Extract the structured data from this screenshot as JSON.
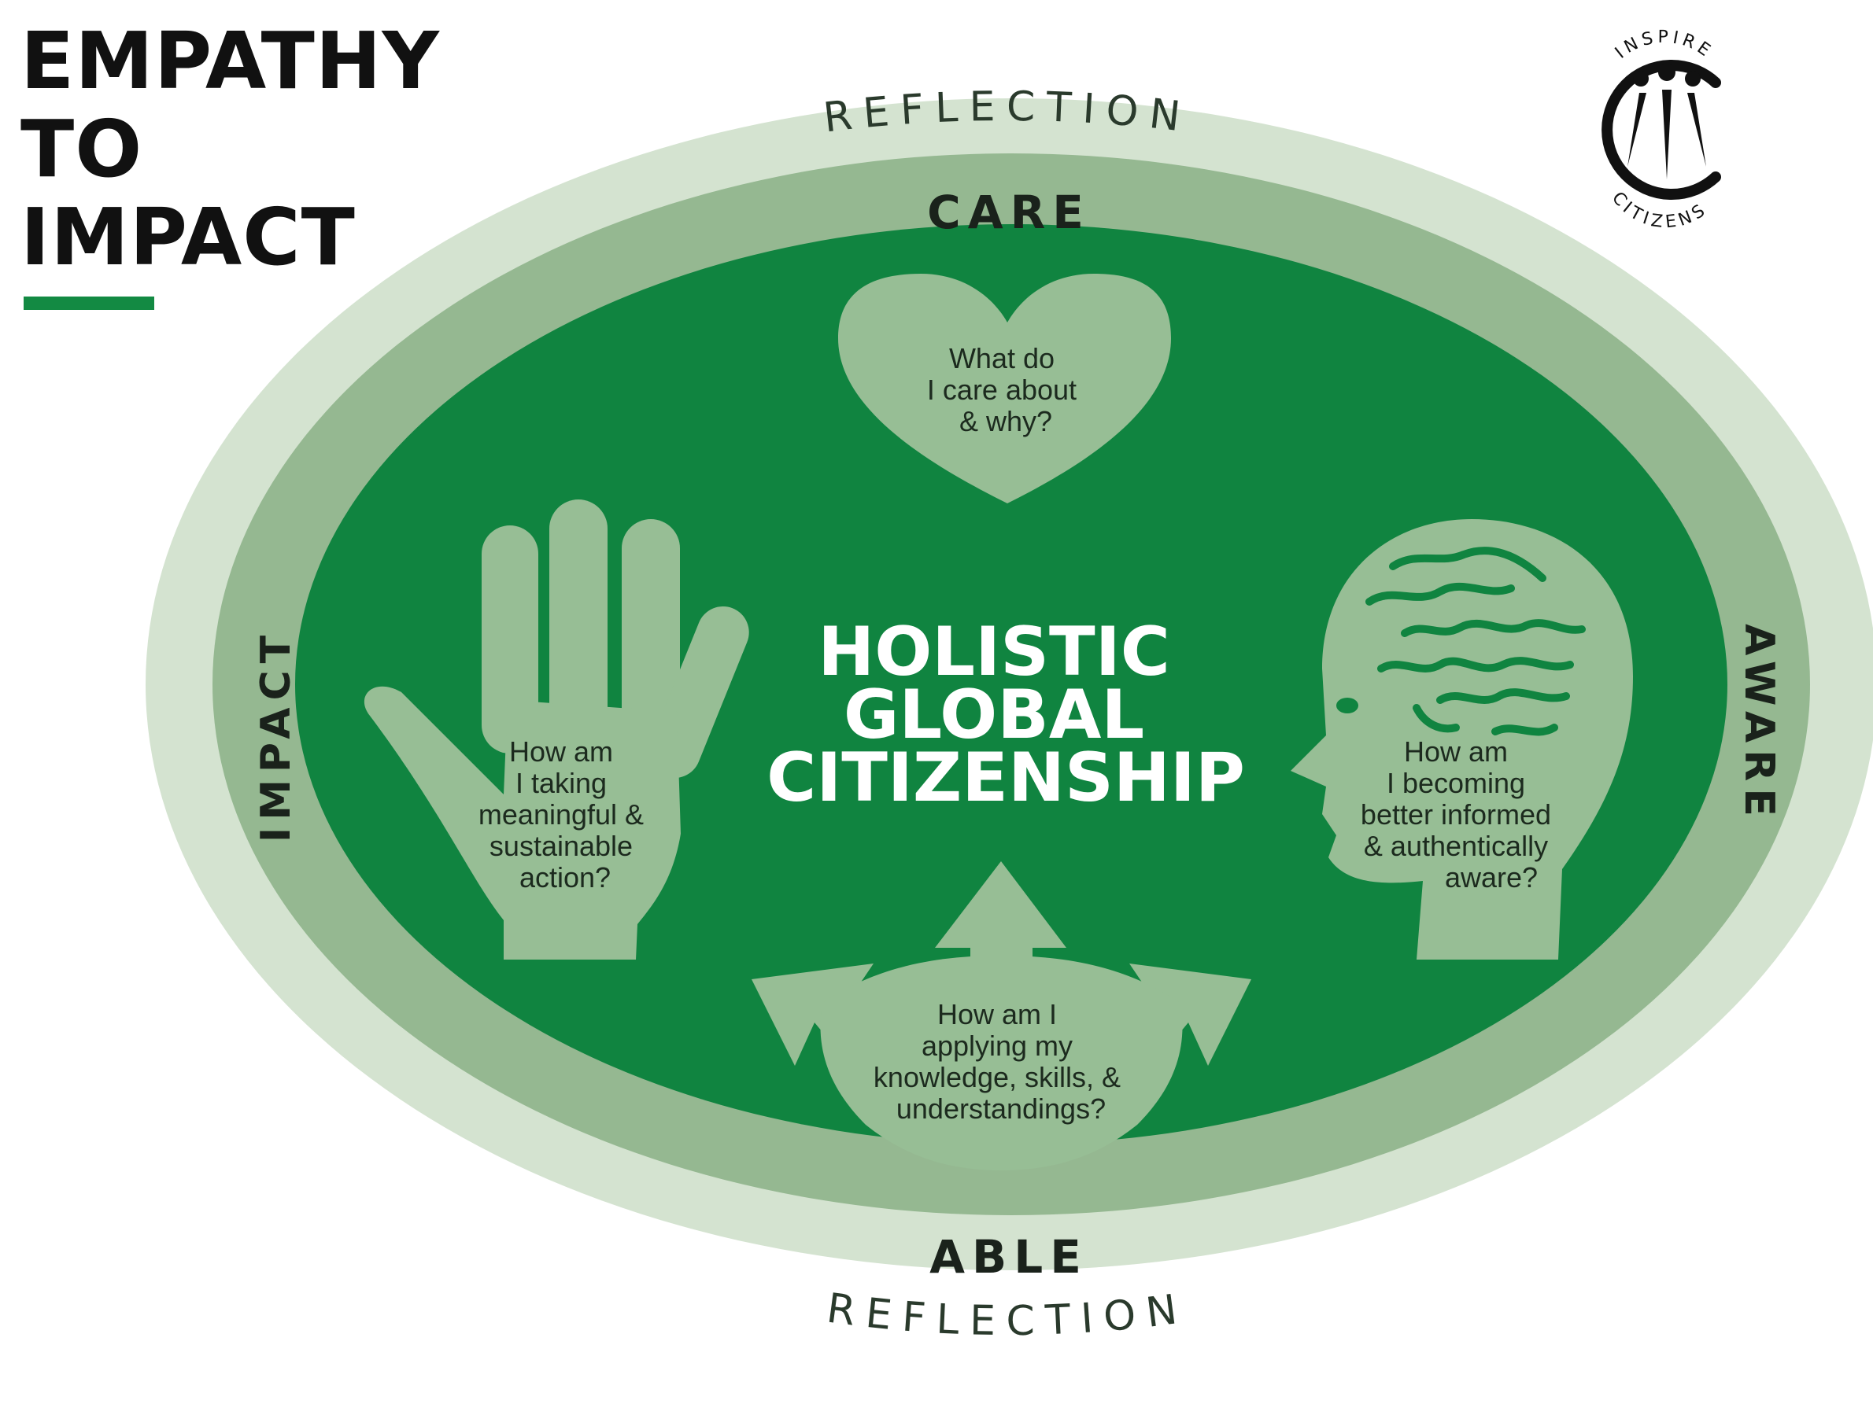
{
  "title": [
    "EMPATHY",
    "TO",
    "IMPACT"
  ],
  "logo": {
    "top_text": "INSPIRE",
    "bottom_text": "CITIZENS",
    "icon": "inspire-citizens-logo"
  },
  "outer_ring": {
    "top": "REFLECTION",
    "bottom": "REFLECTION"
  },
  "segments": {
    "top": "CARE",
    "right": "AWARE",
    "bottom": "ABLE",
    "left": "IMPACT"
  },
  "center": [
    "HOLISTIC",
    "GLOBAL",
    "CITIZENSHIP"
  ],
  "questions": {
    "care": [
      "What do",
      "I care about",
      "& why?"
    ],
    "aware": [
      "How am",
      "I becoming",
      "better informed",
      "& authentically",
      "aware?"
    ],
    "able": [
      "How am I",
      "applying my",
      "knowledge, skills, &",
      "understandings?"
    ],
    "impact": [
      "How am",
      "I taking",
      "meaningful &",
      "sustainable",
      "action?"
    ]
  },
  "icons": {
    "care": "heart-icon",
    "aware": "head-brain-icon",
    "able": "arrows-icon",
    "impact": "hand-icon"
  },
  "colors": {
    "outer": "#d4e3d0",
    "middle": "#95b891",
    "inner": "#108440",
    "shape": "#97be95",
    "accent": "#138a43"
  }
}
